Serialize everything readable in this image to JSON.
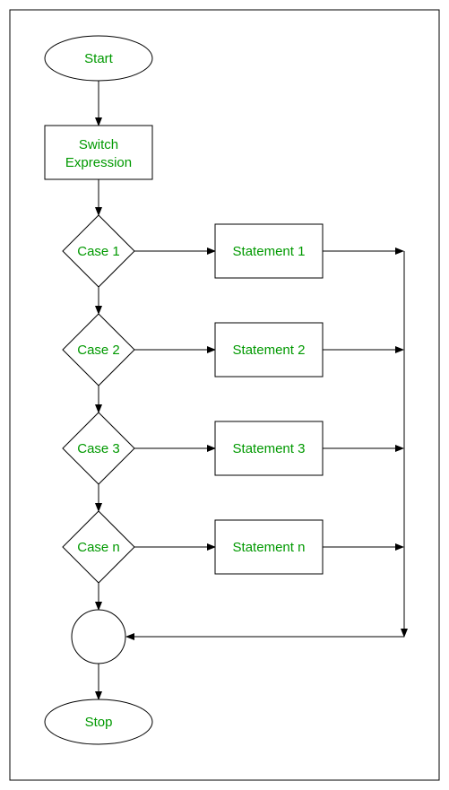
{
  "diagram": {
    "colors": {
      "text": "#009900",
      "stroke": "#000000",
      "fill": "#ffffff"
    },
    "start": "Start",
    "switch": {
      "line1": "Switch",
      "line2": "Expression"
    },
    "cases": [
      {
        "label": "Case 1",
        "statement": "Statement 1"
      },
      {
        "label": "Case 2",
        "statement": "Statement 2"
      },
      {
        "label": "Case 3",
        "statement": "Statement 3"
      },
      {
        "label": "Case n",
        "statement": "Statement n"
      }
    ],
    "stop": "Stop"
  }
}
